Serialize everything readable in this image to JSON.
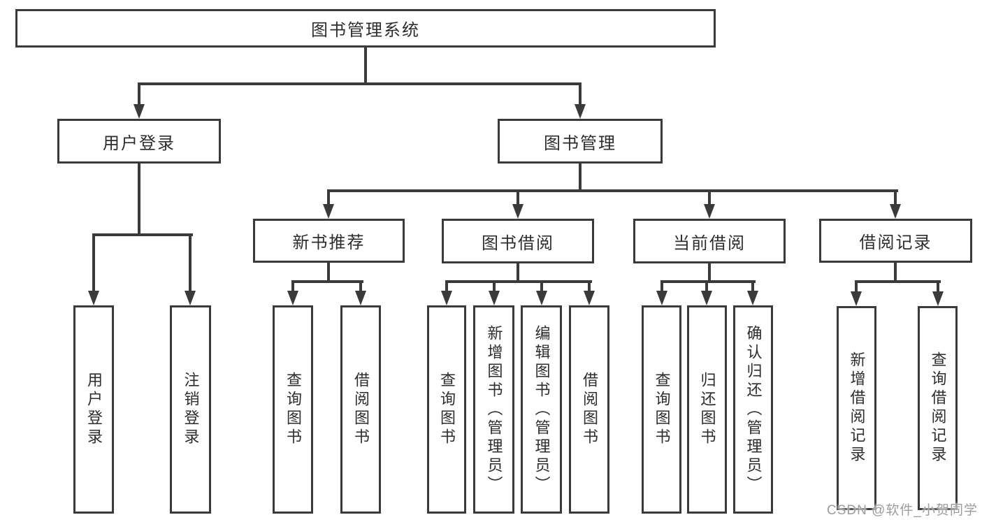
{
  "diagram": {
    "title": "图书管理系统",
    "level2": [
      {
        "label": "用户登录",
        "leaves": [
          "用户登录",
          "注销登录"
        ]
      },
      {
        "label": "图书管理",
        "level3": [
          {
            "label": "新书推荐",
            "leaves": [
              "查询图书",
              "借阅图书"
            ]
          },
          {
            "label": "图书借阅",
            "leaves": [
              "查询图书",
              "新增图书（管理员）",
              "编辑图书（管理员）",
              "借阅图书"
            ]
          },
          {
            "label": "当前借阅",
            "leaves": [
              "查询图书",
              "归还图书",
              "确认归还（管理员）"
            ]
          },
          {
            "label": "借阅记录",
            "leaves": [
              "新增借阅记录",
              "查询借阅记录"
            ]
          }
        ]
      }
    ]
  },
  "watermark": "CSDN @软件_小贺同学",
  "colors": {
    "line": "#3a3a3a",
    "border": "#3a3a3a",
    "text": "#2d2d2d",
    "background": "#ffffff",
    "watermark": "#9c9c9c"
  }
}
